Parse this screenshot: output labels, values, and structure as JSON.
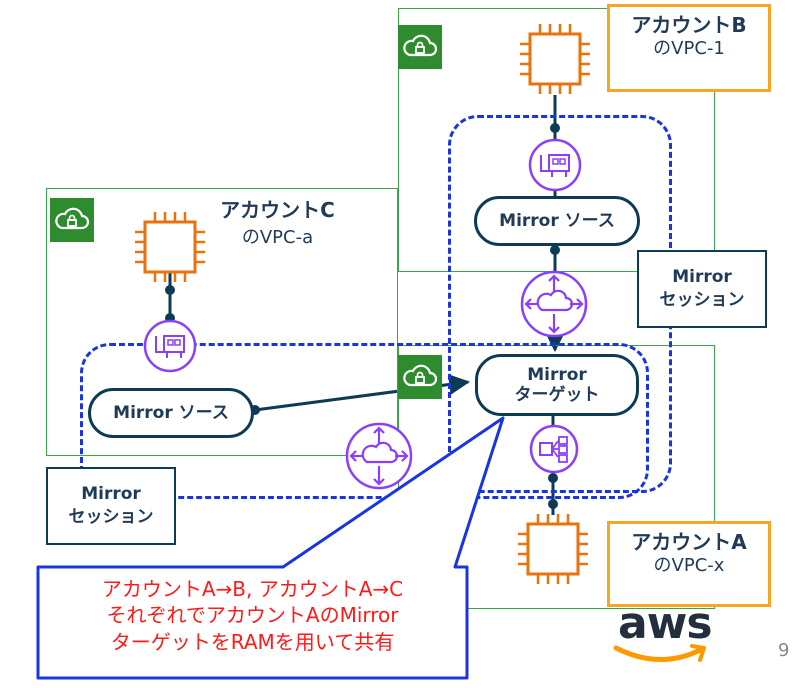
{
  "accounts": {
    "b": {
      "line1": "アカウントB",
      "line2": "のVPC-1"
    },
    "c": {
      "line1": "アカウントC",
      "line2": "のVPC-a"
    },
    "a": {
      "line1": "アカウントA",
      "line2": "のVPC-x"
    }
  },
  "pills": {
    "source_b": "Mirror ソース",
    "source_c": "Mirror ソース",
    "target_line1": "Mirror",
    "target_line2": "ターゲット"
  },
  "sessions": {
    "right": {
      "line1": "Mirror",
      "line2": "セッション"
    },
    "left": {
      "line1": "Mirror",
      "line2": "セッション"
    }
  },
  "callout": {
    "line1": "アカウントA→B, アカウントA→C",
    "line2": "それぞれでアカウントAのMirror",
    "line3": "ターゲットをRAMを用いて共有"
  },
  "logo": {
    "text": "aws"
  },
  "page": {
    "number": "9"
  },
  "colors": {
    "vpc_border": "#3aa64a",
    "vpc_icon_bg": "#2e8b2e",
    "session_border": "#1a35e0",
    "account_highlight": "#f5a623",
    "ec2_orange": "#e8720c",
    "endpoint_purple": "#8a3ffc",
    "callout_text": "#ff1a1a",
    "callout_border": "#1a35e0"
  },
  "icons": [
    "vpc-cloud-icon",
    "ec2-chip-icon",
    "eni-icon",
    "transit-gateway-icon",
    "nlb-icon",
    "aws-logo-icon"
  ]
}
